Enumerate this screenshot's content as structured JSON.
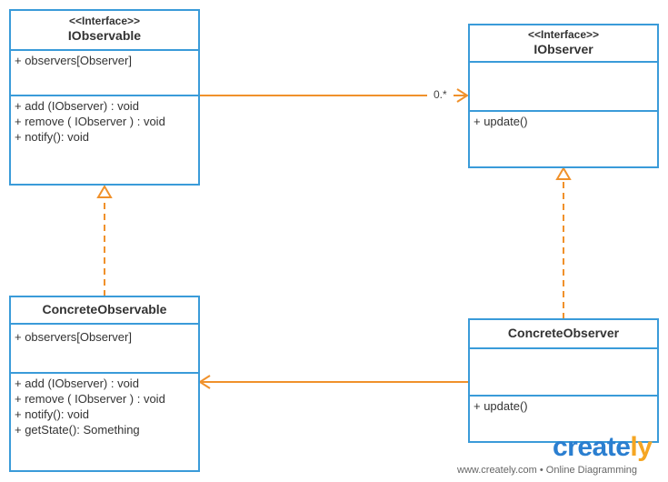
{
  "classes": {
    "iobservable": {
      "stereotype": "<<Interface>>",
      "name": "IObservable",
      "attributes": [
        "+ observers[Observer]"
      ],
      "methods": [
        "+ add (IObserver) : void",
        "+ remove ( IObserver ) : void",
        "+ notify(): void"
      ]
    },
    "iobserver": {
      "stereotype": "<<Interface>>",
      "name": "IObserver",
      "attributes": [],
      "methods": [
        "+ update()"
      ]
    },
    "concrete_observable": {
      "name": "ConcreteObservable",
      "attributes": [
        "+ observers[Observer]"
      ],
      "methods": [
        "+ add (IObserver) : void",
        "+ remove ( IObserver ) : void",
        "+ notify(): void",
        "+ getState(): Something"
      ]
    },
    "concrete_observer": {
      "name": "ConcreteObserver",
      "attributes": [],
      "methods": [
        "+ update()"
      ]
    }
  },
  "association": {
    "multiplicity": "0.*"
  },
  "branding": {
    "logo_main": "creat",
    "logo_accent": "ly",
    "logo_e": "e",
    "footer": "www.creately.com • Online Diagramming"
  },
  "colors": {
    "box": "#3a9bd9",
    "connector": "#f0912b",
    "logo": "#2b7fd0",
    "logo_accent": "#f5a623"
  }
}
